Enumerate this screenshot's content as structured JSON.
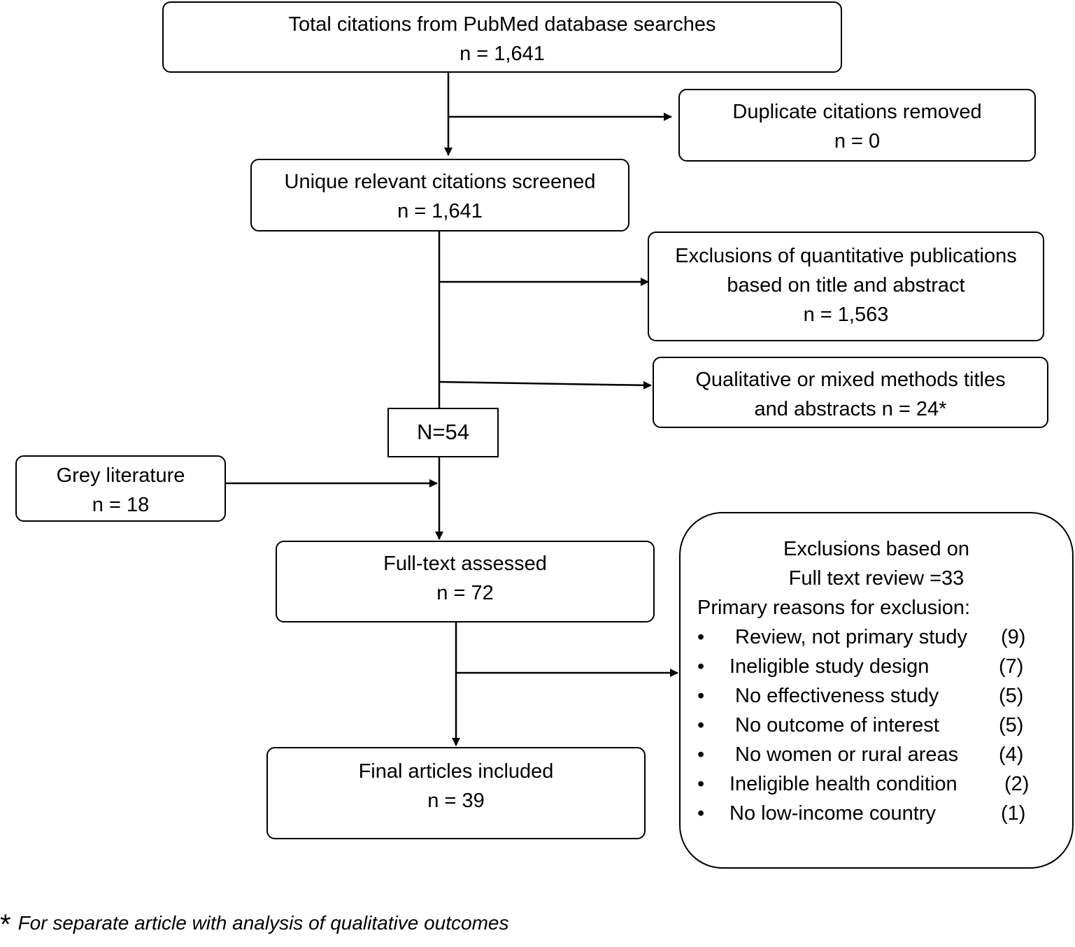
{
  "boxes": {
    "total": {
      "line1": "Total citations from  PubMed database searches",
      "line2": "n = 1,641"
    },
    "duplicates": {
      "line1": "Duplicate citations removed",
      "line2": "n = 0"
    },
    "unique": {
      "line1": "Unique  relevant citations screened",
      "line2": "n = 1,641"
    },
    "exclusions_quant": {
      "line1": "Exclusions of quantitative publications",
      "line2": "based on title and abstract",
      "line3": "n = 1,563"
    },
    "qualitative": {
      "line1": "Qualitative or mixed methods titles",
      "line2": "and abstracts  n = 24*"
    },
    "n54": {
      "label": "N=54"
    },
    "grey": {
      "line1": "Grey literature",
      "line2": "n = 18"
    },
    "fulltext": {
      "line1": "Full-text assessed",
      "line2": "n = 72"
    },
    "final": {
      "line1": "Final articles included",
      "line2": "n = 39"
    },
    "exclusions_full": {
      "heading1": "Exclusions based on",
      "heading2": "Full text review =33",
      "reasons_label": "Primary reasons for exclusion:",
      "bullet": "•",
      "reasons": [
        {
          "text": "Review, not primary study",
          "count": "(9)"
        },
        {
          "text": "Ineligible study design",
          "count": "(7)"
        },
        {
          "text": "No effectiveness study",
          "count": "(5)"
        },
        {
          "text": "No outcome of interest",
          "count": "(5)"
        },
        {
          "text": "No women or rural areas",
          "count": "(4)"
        },
        {
          "text": "Ineligible  health condition",
          "count": "(2)"
        },
        {
          "text": "No low-income country",
          "count": "(1)"
        }
      ]
    }
  },
  "footnote": {
    "star": "*",
    "text": "For separate article with analysis of qualitative outcomes"
  }
}
